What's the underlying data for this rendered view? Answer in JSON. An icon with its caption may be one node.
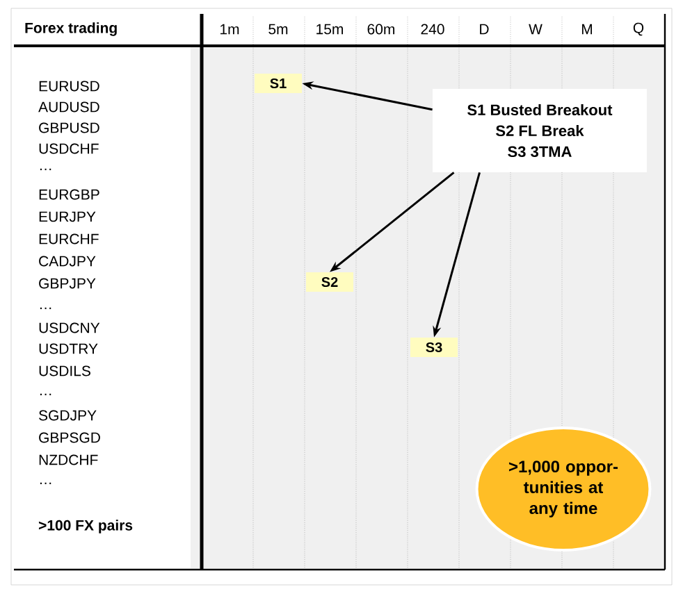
{
  "diagram": {
    "nodes": [
      {
        "text": [
          "S1"
        ]
      },
      {
        "text": [
          "S2"
        ]
      },
      {
        "text": [
          "S3"
        ]
      },
      {
        "text": [
          "S1 Busted Breakout",
          "S2 FL Break",
          "S3 3TMA"
        ]
      },
      {
        "text": [
          ">1,000 oppor-tunities at any time"
        ]
      }
    ],
    "edges": [
      {
        "from": 3,
        "to": 0,
        "arrow": "to"
      },
      {
        "from": 3,
        "to": 1,
        "arrow": "to"
      },
      {
        "from": 3,
        "to": 2,
        "arrow": "to"
      }
    ],
    "labels": [
      "Forex trading",
      "1m",
      "5m",
      "15m",
      "60m",
      "240",
      "D",
      "W",
      "M",
      "Q",
      "EURUSD",
      "AUDUSD",
      "GBPUSD",
      "USDCHF",
      "…",
      "EURGBP",
      "EURJPY",
      "EURCHF",
      "CADJPY",
      "GBPJPY",
      "…",
      "USDCNY",
      "USDTRY",
      "USDILS",
      "…",
      "SGDJPY",
      "GBPSGD",
      "NZDCHF",
      "…",
      ">100 FX pairs"
    ]
  }
}
